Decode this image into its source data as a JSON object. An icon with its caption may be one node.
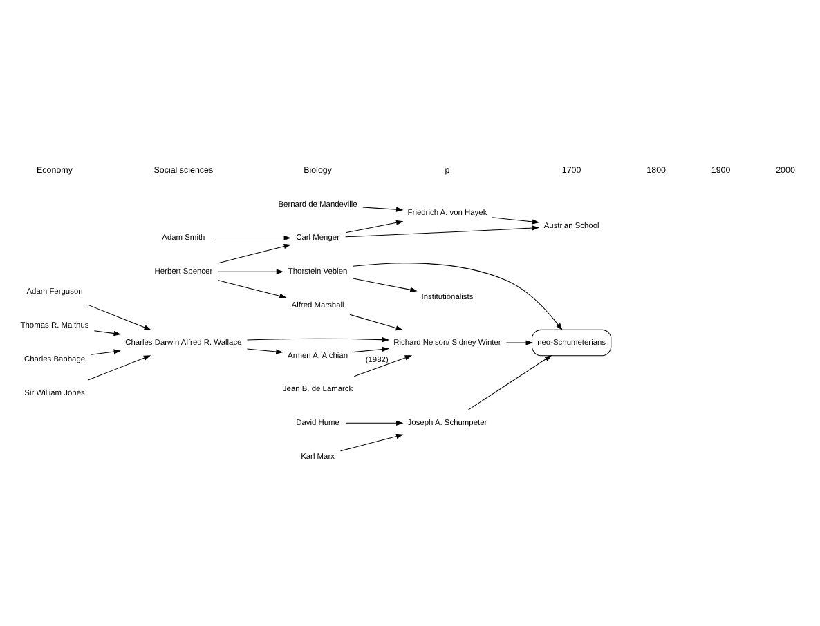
{
  "diagram": {
    "nodes": [
      {
        "text": [
          "Bernard de Mandeville"
        ]
      },
      {
        "text": [
          "Adam Smith"
        ]
      },
      {
        "text": [
          "David Hume"
        ]
      },
      {
        "text": [
          "Adam Ferguson"
        ]
      },
      {
        "text": [
          "Friedrich A. von Hayek"
        ]
      },
      {
        "text": [
          "Carl Menger"
        ]
      },
      {
        "text": [
          "Austrian School"
        ]
      },
      {
        "text": [
          "Joseph A. Schumpeter"
        ]
      },
      {
        "text": [
          "Thorstein Veblen"
        ]
      },
      {
        "text": [
          "neo-Schumeterians"
        ]
      },
      {
        "text": [
          "Institutionalists"
        ]
      },
      {
        "text": [
          "Alfred Marshall"
        ]
      },
      {
        "text": [
          "Karl Marx"
        ]
      },
      {
        "text": [
          "Richard Nelson/ Sidney Winter"
        ],
        "beside": [
          "(1982)"
        ]
      },
      {
        "text": [
          "Thomas R. Malthus"
        ]
      },
      {
        "text": [
          "Charles Babbage"
        ]
      },
      {
        "text": [
          "Sir William Jones"
        ]
      },
      {
        "text": [
          "Herbert Spencer"
        ]
      },
      {
        "text": [
          "Armen A. Alchian"
        ]
      },
      {
        "text": [
          "Charles Darwin Alfred R. Wallace"
        ]
      },
      {
        "text": [
          "Jean B. de Lamarck"
        ]
      }
    ],
    "edges": [
      {
        "from": 0,
        "to": 4,
        "arrow": "to"
      },
      {
        "from": 4,
        "to": 6,
        "arrow": "to"
      },
      {
        "from": 1,
        "to": 5,
        "arrow": "to"
      },
      {
        "from": 5,
        "to": 4,
        "arrow": "to"
      },
      {
        "from": 5,
        "to": 6,
        "arrow": "to"
      },
      {
        "from": 2,
        "to": 7,
        "arrow": "to"
      },
      {
        "from": 12,
        "to": 7,
        "arrow": "to"
      },
      {
        "from": 7,
        "to": 9,
        "arrow": "to"
      },
      {
        "from": 8,
        "to": 9,
        "arrow": "to"
      },
      {
        "from": 8,
        "to": 10,
        "arrow": "to"
      },
      {
        "from": 11,
        "to": 13,
        "arrow": "to"
      },
      {
        "from": 13,
        "to": 9,
        "arrow": "to"
      },
      {
        "from": 17,
        "to": 5,
        "arrow": "to"
      },
      {
        "from": 17,
        "to": 8,
        "arrow": "to"
      },
      {
        "from": 17,
        "to": 11,
        "arrow": "to"
      },
      {
        "from": 18,
        "to": 13,
        "arrow": "to"
      },
      {
        "from": 3,
        "to": 19,
        "arrow": "to"
      },
      {
        "from": 14,
        "to": 19,
        "arrow": "to"
      },
      {
        "from": 15,
        "to": 19,
        "arrow": "to"
      },
      {
        "from": 16,
        "to": 19,
        "arrow": "to"
      },
      {
        "from": 19,
        "to": 18,
        "arrow": "to"
      },
      {
        "from": 19,
        "to": 13,
        "arrow": "to"
      },
      {
        "from": 20,
        "to": 13,
        "arrow": "to"
      }
    ],
    "labels": [
      "Economy",
      "Social sciences",
      "Biology",
      "p",
      "1700",
      "1800",
      "1900",
      "2000"
    ]
  }
}
